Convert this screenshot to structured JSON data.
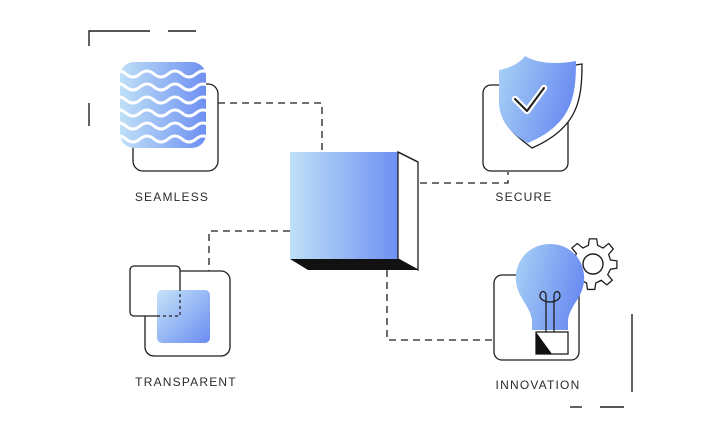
{
  "labels": {
    "seamless": "SEAMLESS",
    "secure": "SECURE",
    "transparent": "TRANSPARENT",
    "innovation": "INNOVATION"
  },
  "colors": {
    "gradient_light": "#b9dcf6",
    "gradient_dark": "#6f93f2",
    "line": "#1e1e1e",
    "text": "#2b2b2b"
  },
  "icons": {
    "seamless": "waves-icon",
    "secure": "shield-check-icon",
    "transparent": "overlapping-squares-icon",
    "innovation": "lightbulb-gear-icon",
    "center": "cube-icon"
  }
}
